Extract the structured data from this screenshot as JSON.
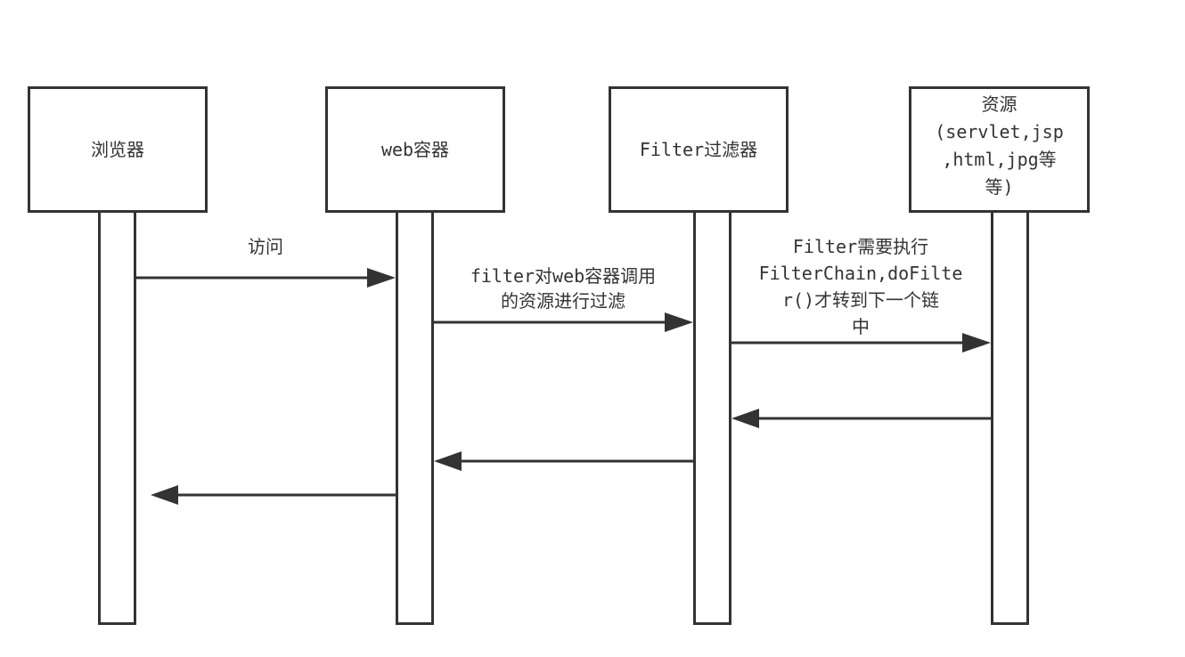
{
  "diagram": {
    "type": "sequence",
    "participants": [
      {
        "id": "browser",
        "label": "浏览器"
      },
      {
        "id": "web",
        "label": "web容器"
      },
      {
        "id": "filter",
        "label": "Filter过滤器"
      },
      {
        "id": "resource",
        "label": "资源\n(servlet,jsp\n,html,jpg等\n等)"
      }
    ],
    "messages": [
      {
        "from": "browser",
        "to": "web",
        "label": "访问",
        "kind": "request"
      },
      {
        "from": "web",
        "to": "filter",
        "label": "filter对web容器调用\n的资源进行过滤",
        "kind": "request"
      },
      {
        "from": "filter",
        "to": "resource",
        "label": "Filter需要执行\nFilterChain,doFilte\nr()才转到下一个链\n中",
        "kind": "request"
      },
      {
        "from": "resource",
        "to": "filter",
        "label": "",
        "kind": "return"
      },
      {
        "from": "filter",
        "to": "web",
        "label": "",
        "kind": "return"
      },
      {
        "from": "web",
        "to": "browser",
        "label": "",
        "kind": "return"
      }
    ],
    "colors": {
      "stroke": "#333333",
      "text": "#333333",
      "background": "#ffffff"
    }
  }
}
